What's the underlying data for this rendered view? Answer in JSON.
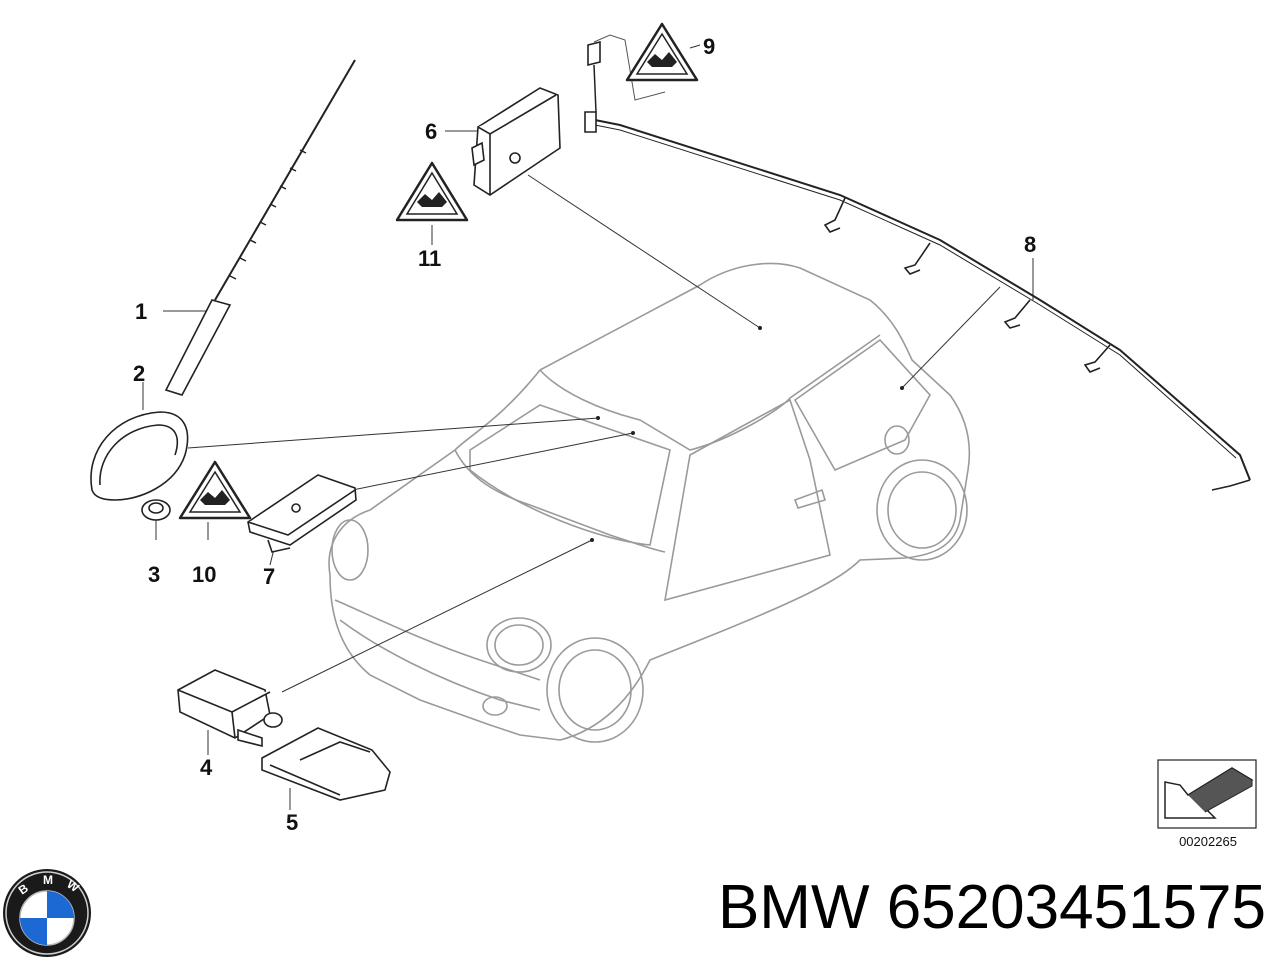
{
  "diagram": {
    "reference_number": "00202265",
    "caption": "BMW 65203451575",
    "callouts": [
      {
        "id": "1",
        "label": "1"
      },
      {
        "id": "2",
        "label": "2"
      },
      {
        "id": "3",
        "label": "3"
      },
      {
        "id": "4",
        "label": "4"
      },
      {
        "id": "5",
        "label": "5"
      },
      {
        "id": "6",
        "label": "6"
      },
      {
        "id": "7",
        "label": "7"
      },
      {
        "id": "8",
        "label": "8"
      },
      {
        "id": "9",
        "label": "9"
      },
      {
        "id": "10",
        "label": "10"
      },
      {
        "id": "11",
        "label": "11"
      }
    ],
    "logo": {
      "name": "bmw-logo",
      "text": "BMW",
      "colors": {
        "blue": "#1c69d4",
        "ring": "#111111"
      }
    }
  }
}
